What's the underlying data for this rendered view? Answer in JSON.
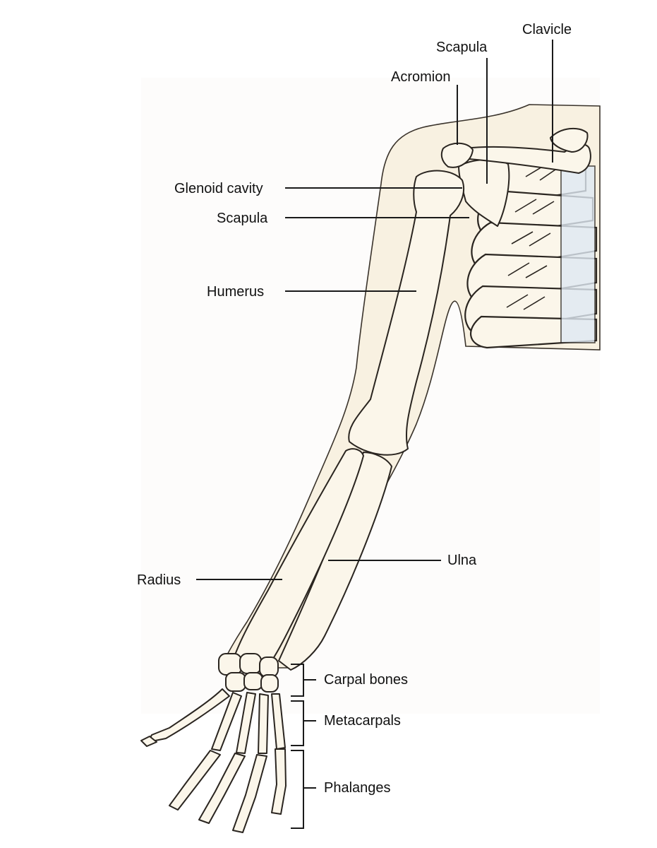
{
  "labels": {
    "clavicle": "Clavicle",
    "scapula_top": "Scapula",
    "acromion": "Acromion",
    "glenoid_cavity": "Glenoid cavity",
    "scapula_side": "Scapula",
    "humerus": "Humerus",
    "ulna": "Ulna",
    "radius": "Radius",
    "carpal_bones": "Carpal bones",
    "metacarpals": "Metacarpals",
    "phalanges": "Phalanges"
  },
  "colors": {
    "skin": "#f8f1e1",
    "bone": "#fbf6ea",
    "outline": "#2a2520",
    "cartilage": "#dfe9f3",
    "label_text": "#111111"
  }
}
